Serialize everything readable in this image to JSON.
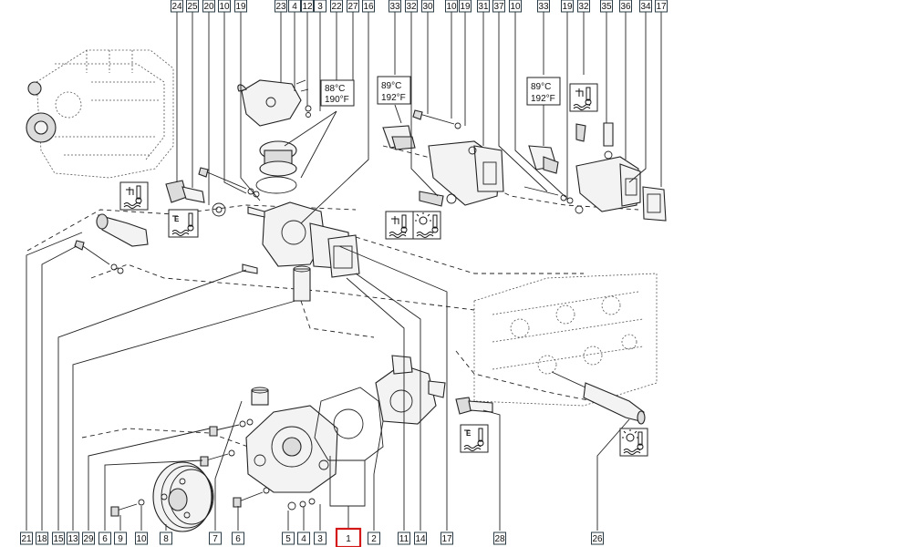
{
  "top_callouts": [
    "24",
    "25",
    "20",
    "10",
    "19",
    "23",
    "4",
    "12",
    "3",
    "22",
    "27",
    "16",
    "33",
    "32",
    "30",
    "10",
    "19",
    "31",
    "37",
    "10",
    "33",
    "19",
    "32",
    "35",
    "36",
    "34",
    "17"
  ],
  "bottom_callouts": [
    "21",
    "18",
    "15",
    "13",
    "29",
    "6",
    "9",
    "10",
    "8",
    "7",
    "6",
    "5",
    "4",
    "3",
    "1",
    "2",
    "11",
    "14",
    "17",
    "28",
    "26"
  ],
  "selected_callout": "1",
  "temperature_labels": [
    {
      "celsius": "88°C",
      "fahrenheit": "190°F"
    },
    {
      "celsius": "89°C",
      "fahrenheit": "192°F"
    },
    {
      "celsius": "89°C",
      "fahrenheit": "192°F"
    }
  ],
  "symbol_letter": "E",
  "icons": [
    "temperature-gauge-icon",
    "temperature-warning-icon",
    "temperature-light-icon"
  ]
}
